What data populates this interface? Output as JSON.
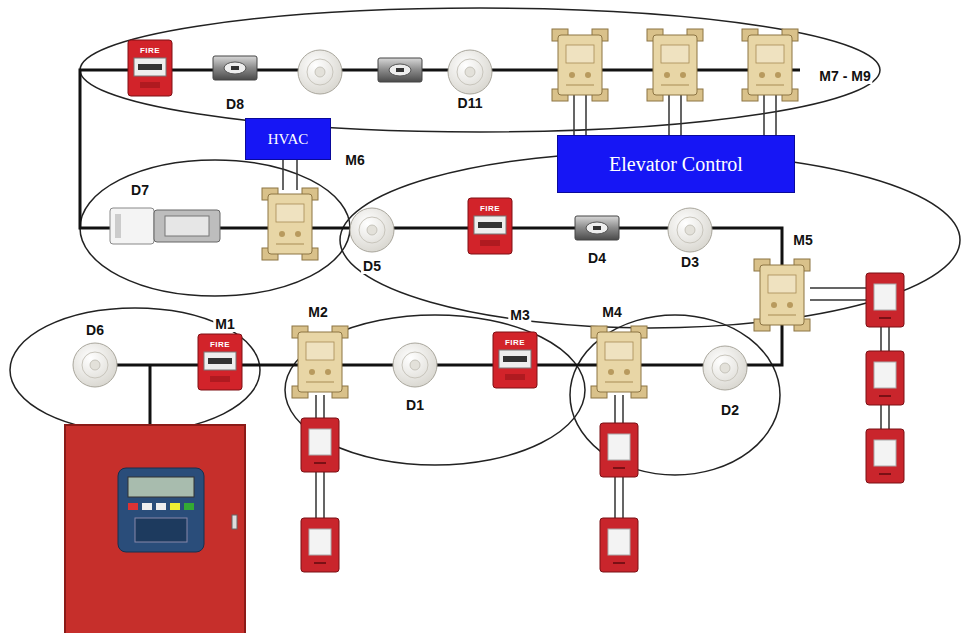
{
  "diagram": {
    "nodes": [
      {
        "text": [
          "HVAC"
        ]
      },
      {
        "text": [
          "Elevator Control"
        ]
      }
    ],
    "labels": [
      "FIRE",
      "D8",
      "D11",
      "M7 - M9",
      "M6",
      "D7",
      "D5",
      "FIRE",
      "D4",
      "D3",
      "M5",
      "D6",
      "M1",
      "FIRE",
      "M2",
      "D1",
      "M3",
      "FIRE",
      "M4",
      "D2"
    ]
  }
}
